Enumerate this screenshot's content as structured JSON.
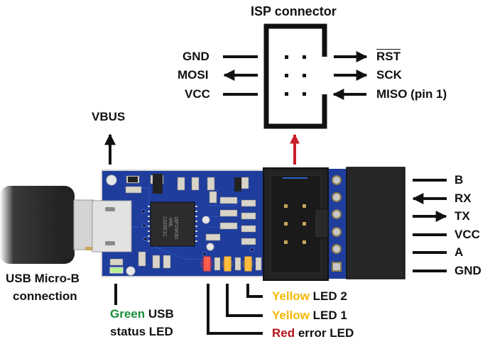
{
  "title": "ISP connector",
  "colors": {
    "text": "#111111",
    "green": "#1a8f3a",
    "yellow": "#f5b800",
    "red": "#b5121b",
    "arrow_red": "#c8202a",
    "pcb_blue": "#1f3d9c",
    "connector_black": "#222222",
    "led_red": "#ff3b2f",
    "led_yellow": "#ffb020",
    "led_green": "#b8f090"
  },
  "isp_connector": {
    "title": "ISP connector",
    "left_pins": [
      {
        "label": "GND",
        "direction": "none"
      },
      {
        "label": "MOSI",
        "direction": "out-left"
      },
      {
        "label": "VCC",
        "direction": "none"
      }
    ],
    "right_pins": [
      {
        "label": "RST",
        "overline": true,
        "direction": "out-right"
      },
      {
        "label": "SCK",
        "direction": "out-right"
      },
      {
        "label": "MISO (pin 1)",
        "direction": "in-left"
      }
    ]
  },
  "serial_header": {
    "pins": [
      {
        "label": "B",
        "direction": "none"
      },
      {
        "label": "RX",
        "direction": "in-left"
      },
      {
        "label": "TX",
        "direction": "out-right"
      },
      {
        "label": "VCC",
        "direction": "none"
      },
      {
        "label": "A",
        "direction": "none"
      },
      {
        "label": "GND",
        "direction": "none"
      }
    ]
  },
  "labels": {
    "vbus": "VBUS",
    "usb_line1": "USB Micro-B",
    "usb_line2": "connection",
    "green_word": "Green",
    "green_rest": " USB",
    "green_line2": "status LED",
    "yellow2_word": "Yellow",
    "yellow2_rest": " LED 2",
    "yellow1_word": "Yellow",
    "yellow1_rest": " LED 1",
    "red_word": "Red",
    "red_rest": " error LED"
  },
  "chip": {
    "line1": "18F25K50",
    "line2": "-I/ML",
    "line3": "1320E1C"
  }
}
